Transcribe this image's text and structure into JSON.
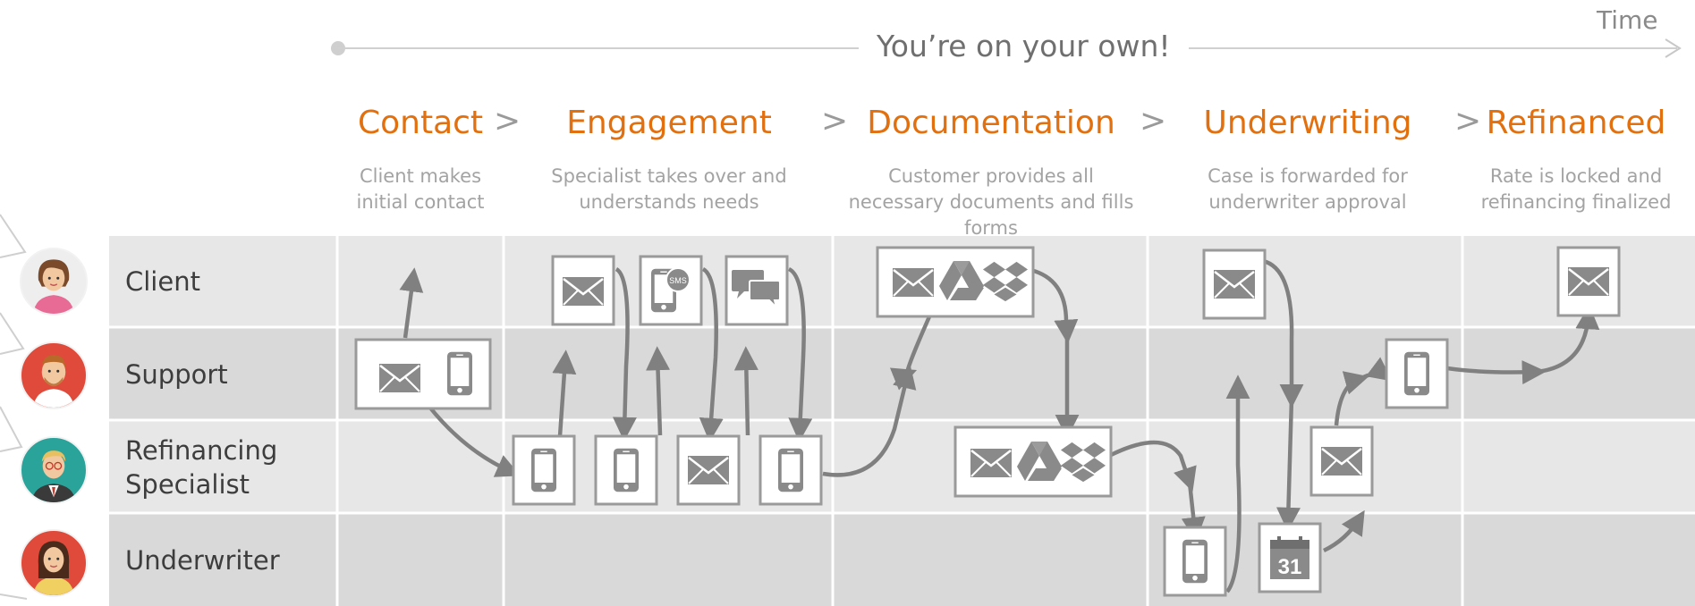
{
  "header": {
    "headline": "You’re on your own!",
    "time_label": "Time"
  },
  "phases": [
    {
      "title": "Contact",
      "description": "Client makes initial contact"
    },
    {
      "title": "Engagement",
      "description": "Specialist takes over and understands needs"
    },
    {
      "title": "Documentation",
      "description": "Customer provides all necessary documents and fills forms"
    },
    {
      "title": "Underwriting",
      "description": "Case is forwarded for underwriter approval"
    },
    {
      "title": "Refinanced",
      "description": "Rate is locked and refinancing finalized"
    }
  ],
  "separator": ">",
  "lanes": [
    {
      "label": "Client",
      "avatar": "client-avatar"
    },
    {
      "label": "Support",
      "avatar": "support-avatar"
    },
    {
      "label": "Refinancing Specialist",
      "avatar": "specialist-avatar"
    },
    {
      "label": "Underwriter",
      "avatar": "underwriter-avatar"
    }
  ],
  "calendar_day": "31",
  "sms_badge": "SMS",
  "colors": {
    "accent": "#e2700f",
    "lane_light": "#e7e7e7",
    "lane_dark": "#d8d8d8",
    "icon_gray": "#8a8a8a"
  }
}
